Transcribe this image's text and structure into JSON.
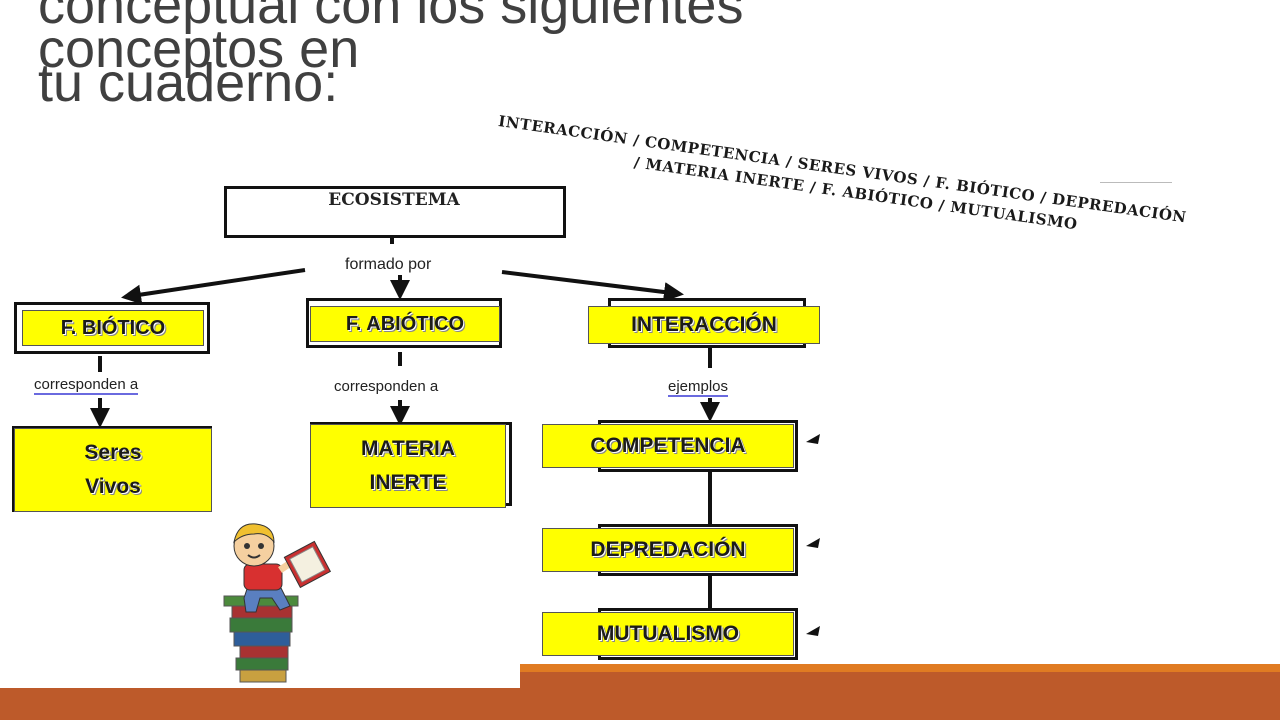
{
  "slide": {
    "title_lines": [
      "conceptual con los siguientes",
      "conceptos en",
      "tu cuaderno:"
    ],
    "word_bank": {
      "line1": "INTERACCIÓN / COMPETENCIA / SERES VIVOS / F. BIÓTICO / DEPREDACIÓN",
      "line2": "/ MATERIA INERTE / F. ABIÓTICO / MUTUALISMO"
    }
  },
  "diagram": {
    "root": "ECOSISTEMA",
    "root_link": "formado por",
    "branches": {
      "biotico": {
        "label": "F. BIÓTICO",
        "link": "corresponden a",
        "child_line1": "Seres",
        "child_line2": "Vivos"
      },
      "abiotico": {
        "label": "F. ABIÓTICO",
        "link": "corresponden a",
        "child_line1": "MATERIA",
        "child_line2": "INERTE"
      },
      "interaccion": {
        "label": "INTERACCIÓN",
        "link": "ejemplos",
        "examples": [
          "COMPETENCIA",
          "DEPREDACIÓN",
          "MUTUALISMO"
        ]
      }
    }
  },
  "colors": {
    "highlight": "#ffff00",
    "footer_orange": "#e07b22",
    "footer_brown": "#bd5a2a",
    "title": "#404040"
  },
  "decoration": {
    "illustration": "child-reading-on-books"
  }
}
